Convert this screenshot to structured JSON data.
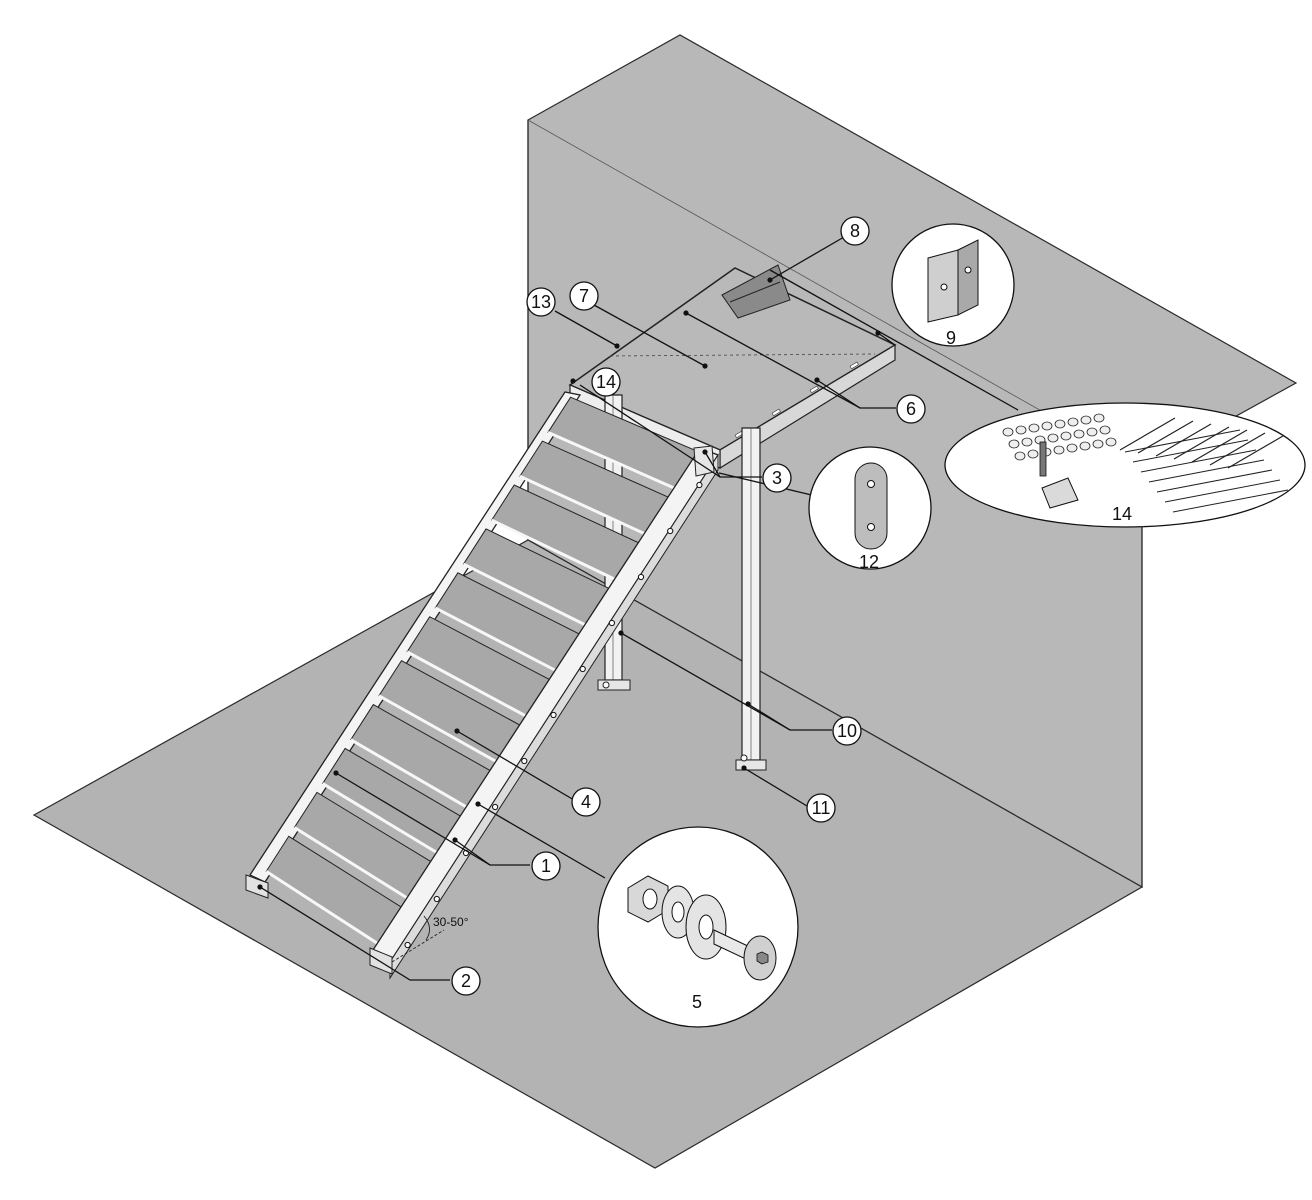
{
  "diagram": {
    "callouts": [
      {
        "id": "c1",
        "label": "1"
      },
      {
        "id": "c2",
        "label": "2"
      },
      {
        "id": "c3",
        "label": "3"
      },
      {
        "id": "c4",
        "label": "4"
      },
      {
        "id": "c6",
        "label": "6"
      },
      {
        "id": "c7",
        "label": "7"
      },
      {
        "id": "c8",
        "label": "8"
      },
      {
        "id": "c10",
        "label": "10"
      },
      {
        "id": "c11",
        "label": "11"
      },
      {
        "id": "c13",
        "label": "13"
      },
      {
        "id": "c14a",
        "label": "14"
      }
    ],
    "detail_labels": {
      "bolt_set": "5",
      "angle_bracket": "9",
      "connection_plate": "12",
      "grating": "14"
    },
    "angle_annotation": "30-50°"
  }
}
